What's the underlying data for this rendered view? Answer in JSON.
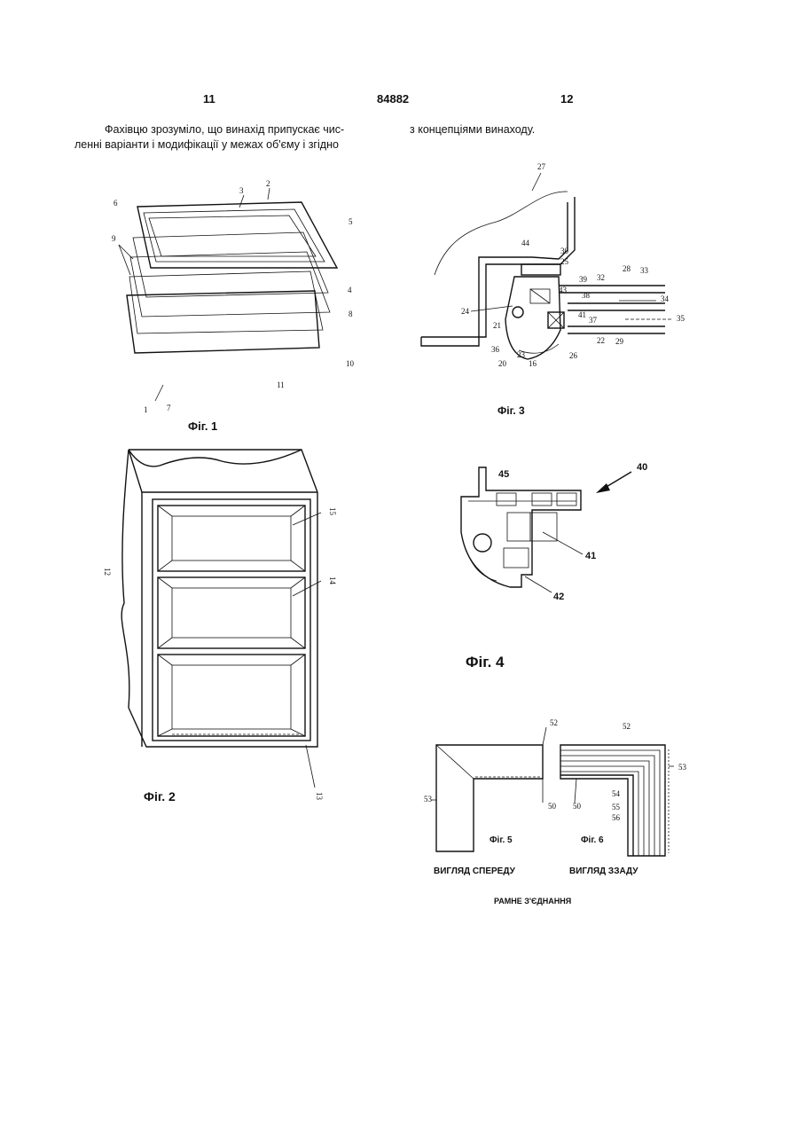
{
  "header": {
    "left_page": "11",
    "patent_number": "84882",
    "right_page": "12"
  },
  "text": {
    "col1_line1": "Фахівцю зрозуміло, що винахід припускає чис-",
    "col1_line2": "ленні варіанти і модифікації у межах об'єму і згідно",
    "col2_line1": "з концепціями винаходу."
  },
  "figures": {
    "fig1": {
      "caption": "Фіг. 1",
      "labels": [
        "1",
        "2",
        "3",
        "4",
        "5",
        "6",
        "7",
        "8",
        "9",
        "10",
        "11"
      ]
    },
    "fig2": {
      "caption": "Фіг. 2",
      "labels": [
        "12",
        "13",
        "14",
        "15"
      ]
    },
    "fig3": {
      "caption": "Фіг. 3",
      "labels": [
        "16",
        "20",
        "21",
        "22",
        "23",
        "24",
        "25",
        "26",
        "27",
        "28",
        "29",
        "30",
        "32",
        "33",
        "34",
        "35",
        "36",
        "37",
        "38",
        "39",
        "41",
        "43",
        "44"
      ]
    },
    "fig4": {
      "caption": "Фіг. 4",
      "labels": [
        "40",
        "41",
        "42",
        "45"
      ]
    },
    "fig5": {
      "caption": "Фіг. 5",
      "labels": [
        "50",
        "52",
        "53"
      ],
      "view": "ВИГЛЯД СПЕРЕДУ"
    },
    "fig6": {
      "caption": "Фіг. 6",
      "labels": [
        "50",
        "52",
        "53",
        "54",
        "55",
        "56"
      ],
      "view": "ВИГЛЯД ЗЗАДУ"
    },
    "joint_caption": "РАМНЕ З'ЄДНАННЯ"
  }
}
